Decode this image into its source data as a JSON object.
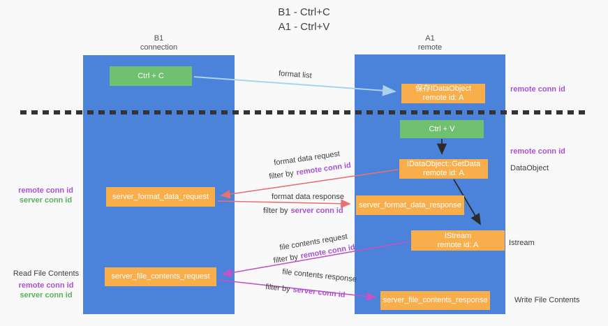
{
  "title": {
    "line1": "B1 - Ctrl+C",
    "line2": "A1 - Ctrl+V"
  },
  "lanes": {
    "left": {
      "title": "B1",
      "subtitle": "connection"
    },
    "right": {
      "title": "A1",
      "subtitle": "remote"
    }
  },
  "boxes": {
    "ctrl_c": {
      "label": "Ctrl + C"
    },
    "save_dataobject": {
      "line1": "保存IDataObject",
      "line2": "remote id: A"
    },
    "ctrl_v": {
      "label": "Ctrl + V"
    },
    "getdata": {
      "line1": "IDataObject::GetData",
      "line2": "remote id: A"
    },
    "format_request": {
      "label": "server_format_data_request"
    },
    "format_response": {
      "label": "server_format_data_response"
    },
    "istream": {
      "line1": "IStream",
      "line2": "remote id: A"
    },
    "file_request": {
      "label": "server_file_contents_request"
    },
    "file_response": {
      "label": "server_file_contents_response"
    }
  },
  "arrows": {
    "format_list": {
      "label": "format list"
    },
    "format_data_request": {
      "label": "format data request",
      "filter_prefix": "filter by",
      "filter_key": "remote conn id"
    },
    "format_data_response": {
      "label": "format data response",
      "filter_prefix": "filter by",
      "filter_key": "server conn id"
    },
    "file_contents_request": {
      "label": "file contents request",
      "filter_prefix": "filter by",
      "filter_key": "remote conn id"
    },
    "file_contents_response": {
      "label": "file contents response",
      "filter_prefix": "filter by",
      "filter_key": "server conn id"
    }
  },
  "side_labels": {
    "right_remote_conn_top": "remote conn id",
    "right_remote_conn_mid": "remote conn id",
    "right_dataobject": "DataObject",
    "right_istream": "Istream",
    "right_write_file": "Write File Contents",
    "left_remote_conn_top": "remote conn id",
    "left_server_conn_top": "server conn id",
    "left_read_file": "Read File Contents",
    "left_remote_conn_bottom": "remote conn id",
    "left_server_conn_bottom": "server conn id"
  },
  "colors": {
    "lane_blue": "#4b82da",
    "box_orange": "#f9ae4c",
    "box_green": "#6fc06f",
    "purple_text": "#a852d2",
    "green_text": "#5cb05c",
    "arrow_blue": "#a9d3ee",
    "arrow_red": "#e87272",
    "arrow_magenta": "#c653c6",
    "arrow_black": "#2b2b2b"
  }
}
